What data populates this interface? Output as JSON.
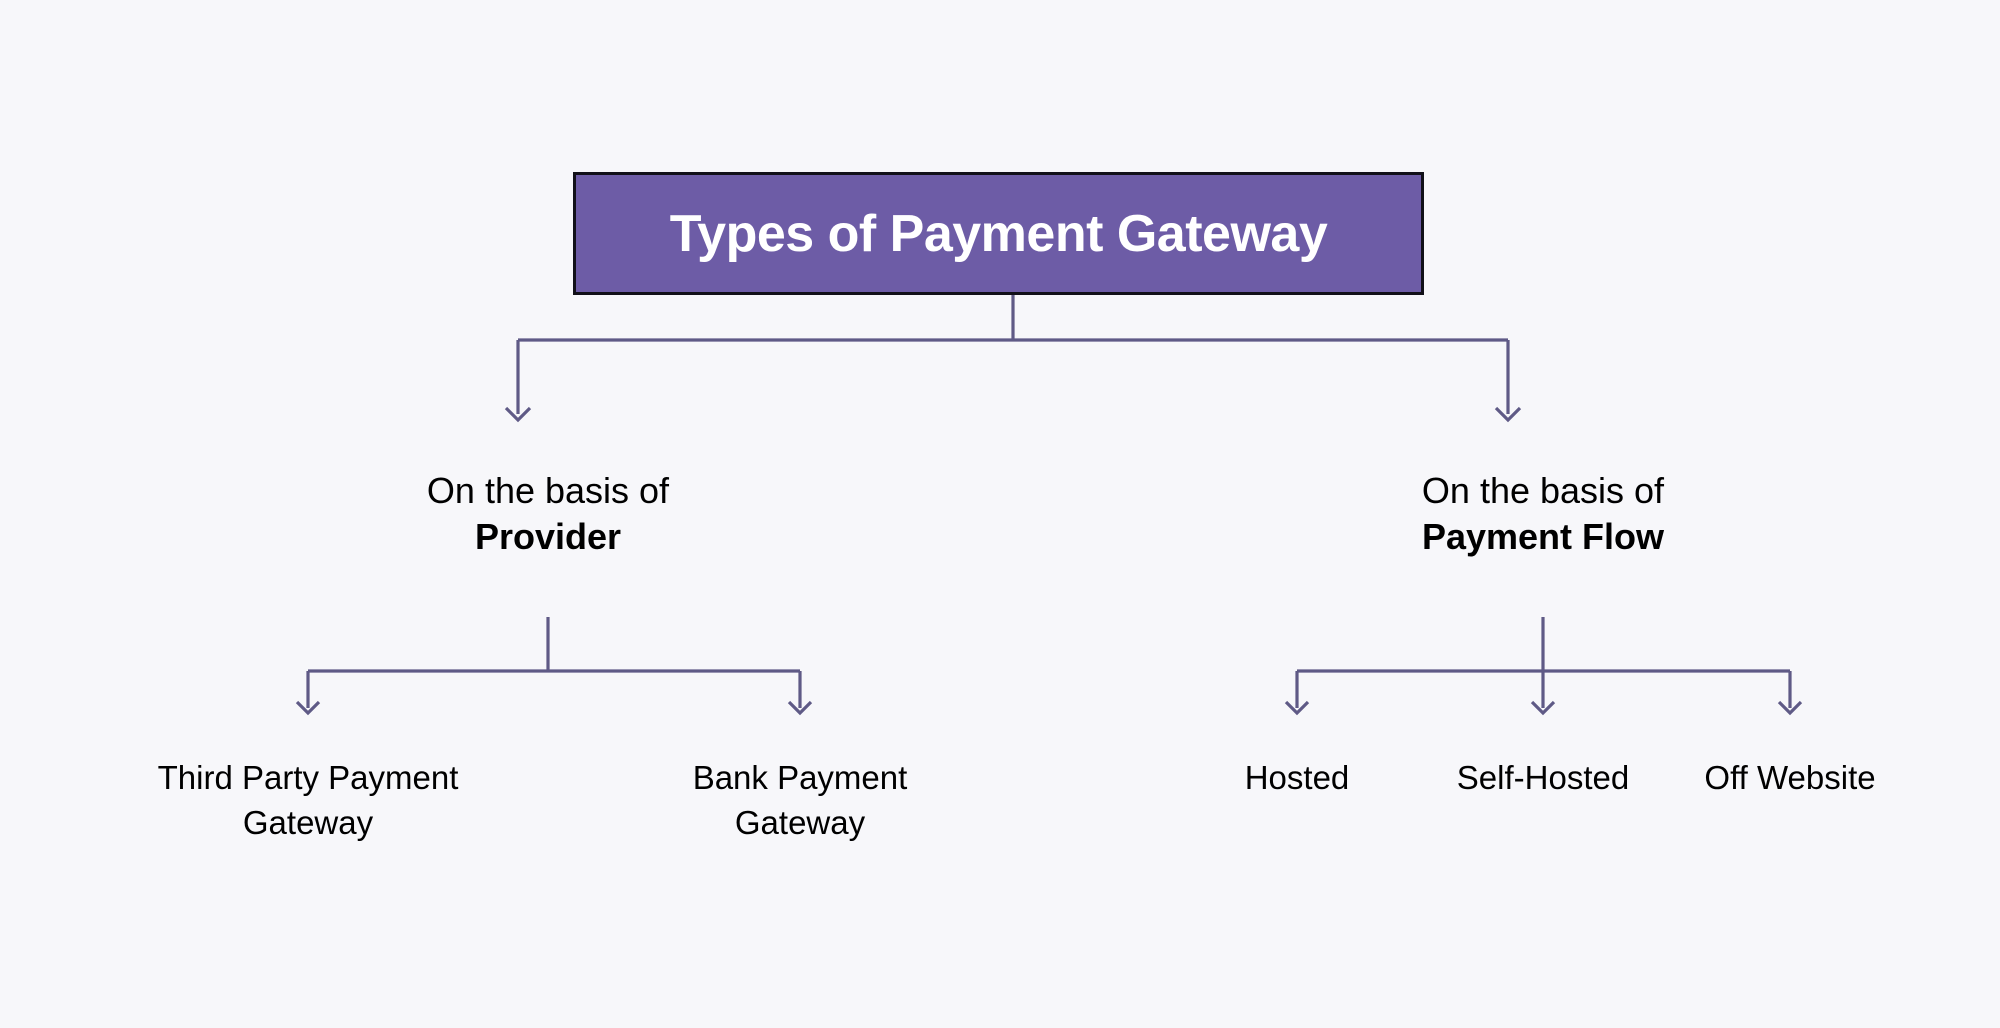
{
  "diagram": {
    "background_color": "#f7f7fa",
    "connector_color": "#5f5a86",
    "root": {
      "label": "Types of Payment Gateway",
      "fill_color": "#6d5ca6",
      "border_color": "#111018",
      "text_color": "#ffffff"
    },
    "branches": [
      {
        "id": "provider",
        "line_1": "On the basis of",
        "line_2": "Provider",
        "children": [
          {
            "id": "third-party",
            "line_1": "Third Party Payment",
            "line_2": "Gateway"
          },
          {
            "id": "bank",
            "line_1": "Bank Payment",
            "line_2": "Gateway"
          }
        ]
      },
      {
        "id": "payment-flow",
        "line_1": "On the basis of",
        "line_2": "Payment Flow",
        "children": [
          {
            "id": "hosted",
            "line_1": "Hosted",
            "line_2": ""
          },
          {
            "id": "self-hosted",
            "line_1": "Self-Hosted",
            "line_2": ""
          },
          {
            "id": "off-website",
            "line_1": "Off Website",
            "line_2": ""
          }
        ]
      }
    ]
  }
}
